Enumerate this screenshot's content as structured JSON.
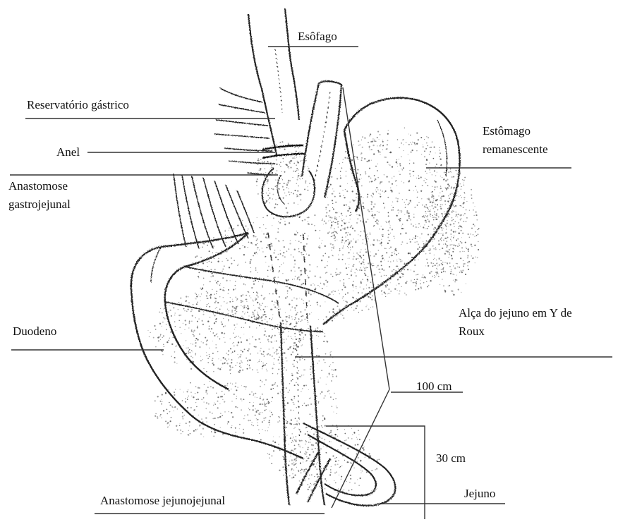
{
  "colors": {
    "ink": "#111111",
    "leader_line": "#333333",
    "stipple": "#444444",
    "background": "#ffffff"
  },
  "labels": {
    "esofago": "Esôfago",
    "reservatorio": "Reservatório gástrico",
    "anel": "Anel",
    "anastomose_gj_line1": "Anastomose",
    "anastomose_gj_line2": "gastrojejunal",
    "estomago_line1": "Estômago",
    "estomago_line2": "remanescente",
    "alca_line1": "Alça do jejuno em Y de",
    "alca_line2": "Roux",
    "duodeno": "Duodeno",
    "measure_100": "100 cm",
    "measure_30": "30 cm",
    "jejuno": "Jejuno",
    "anastomose_jj": "Anastomose jejunojejunal"
  }
}
